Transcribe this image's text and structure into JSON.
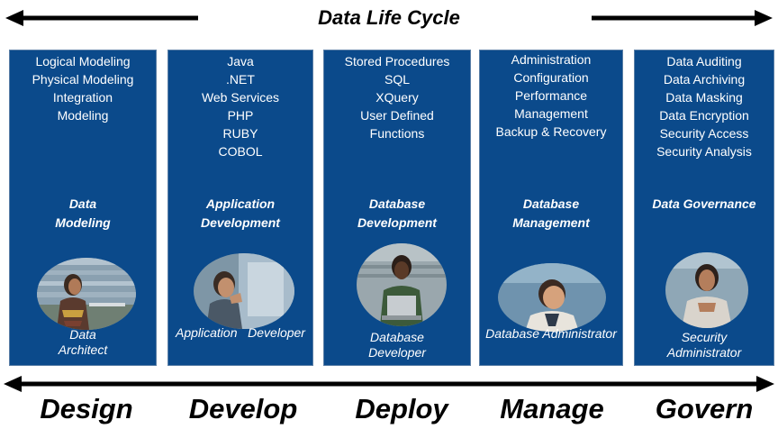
{
  "title": "Data Life Cycle",
  "columns": [
    {
      "items": [
        "Logical Modeling",
        "Physical Modeling",
        "Integration",
        "Modeling"
      ],
      "heading": [
        "Data",
        "Modeling"
      ],
      "role": [
        "Data",
        "Architect"
      ]
    },
    {
      "items": [
        "Java",
        ".NET",
        "Web Services",
        "PHP",
        "RUBY",
        "COBOL"
      ],
      "heading": [
        "Application",
        "Development"
      ],
      "role": [
        "Application   Developer"
      ]
    },
    {
      "items": [
        "Stored Procedures",
        "SQL",
        "XQuery",
        "User Defined",
        "Functions"
      ],
      "heading": [
        "Database",
        "Development"
      ],
      "role": [
        "Database",
        "Developer"
      ]
    },
    {
      "items": [
        "Administration",
        "Configuration",
        "Performance",
        "Management",
        "Backup & Recovery"
      ],
      "heading": [
        "Database",
        "Management"
      ],
      "role": [
        "Database Administrator"
      ]
    },
    {
      "items": [
        "Data Auditing",
        "Data Archiving",
        "Data Masking",
        "Data Encryption",
        "Security Access",
        "Security Analysis"
      ],
      "heading": [
        "Data Governance"
      ],
      "role": [
        "Security",
        "Administrator"
      ]
    }
  ],
  "stages": [
    "Design",
    "Develop",
    "Deploy",
    "Manage",
    "Govern"
  ],
  "colors": {
    "panel": "#0b4a8b",
    "arrow": "#000000"
  }
}
